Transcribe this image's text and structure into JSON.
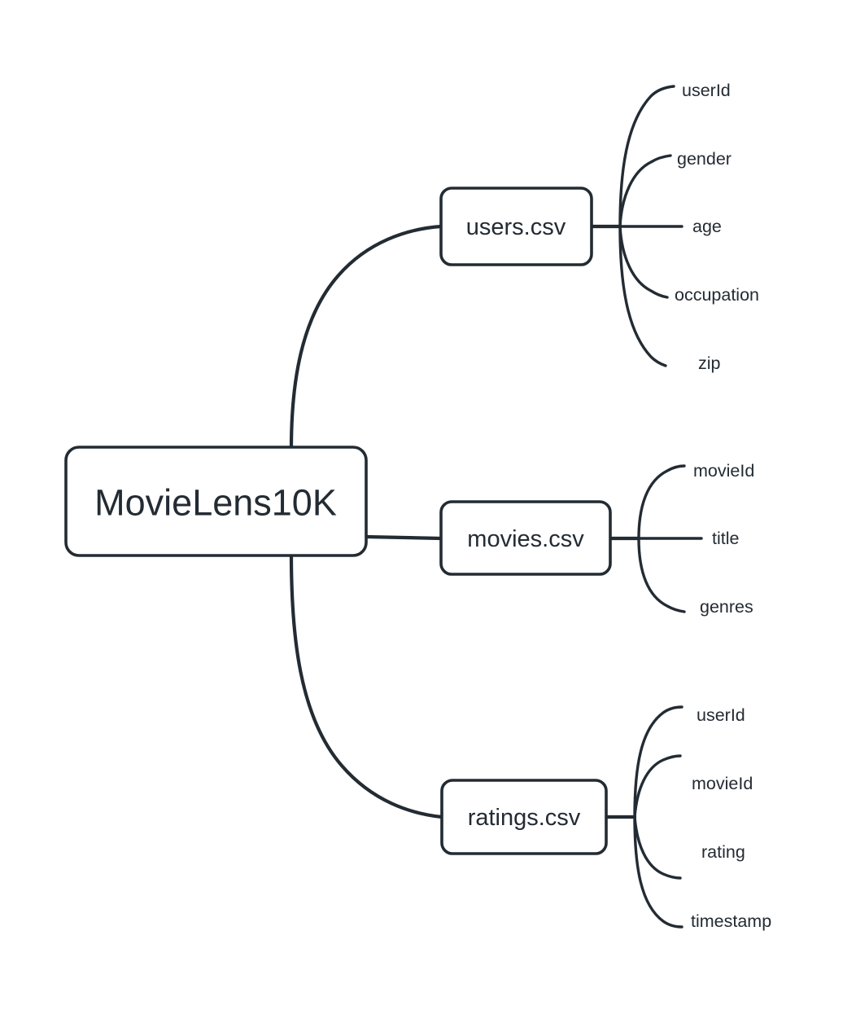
{
  "diagram": {
    "type": "mindmap",
    "orientation": "left-to-right",
    "background_color": "#ffffff",
    "stroke_color": "#232b33",
    "text_color": "#232b33",
    "root": {
      "label": "MovieLens10K",
      "shape": "rounded-rectangle"
    },
    "branches": [
      {
        "id": "users",
        "label": "users.csv",
        "shape": "rounded-rectangle",
        "leaves": [
          {
            "label": "userId"
          },
          {
            "label": "gender"
          },
          {
            "label": "age"
          },
          {
            "label": "occupation"
          },
          {
            "label": "zip"
          }
        ]
      },
      {
        "id": "movies",
        "label": "movies.csv",
        "shape": "rounded-rectangle",
        "leaves": [
          {
            "label": "movieId"
          },
          {
            "label": "title"
          },
          {
            "label": "genres"
          }
        ]
      },
      {
        "id": "ratings",
        "label": "ratings.csv",
        "shape": "rounded-rectangle",
        "leaves": [
          {
            "label": "userId"
          },
          {
            "label": "movieId"
          },
          {
            "label": "rating"
          },
          {
            "label": "timestamp"
          }
        ]
      }
    ]
  }
}
